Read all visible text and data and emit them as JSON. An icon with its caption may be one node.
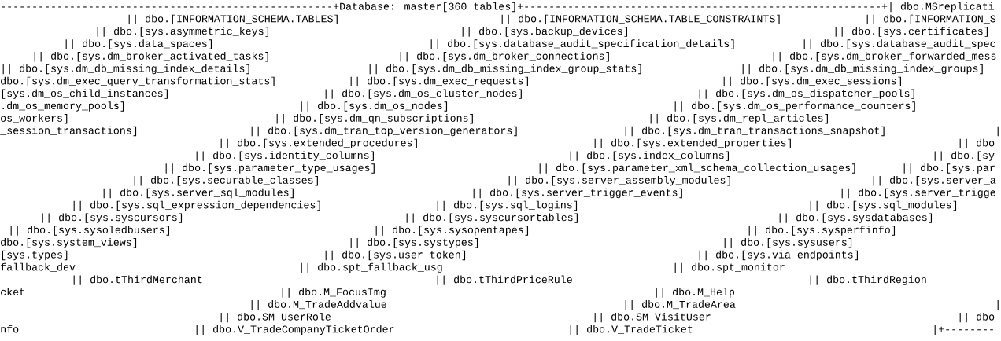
{
  "diagram": {
    "labels": [
      "-----------------------------------------------------+Database: master[360 tables]+---------------------------------------------------------+| dbo.MSreplicati",
      "|| dbo.[INFORMATION_SCHEMA.TABLES]",
      "|| dbo.[INFORMATION_SCHEMA.TABLE_CONSTRAINTS]",
      "|| dbo.[INFORMATION_S",
      "|| dbo.[sys.asymmetric_keys]",
      "|| dbo.[sys.backup_devices]",
      "|| dbo.[sys.certificates]",
      "|| dbo.[sys.data_spaces]",
      "|| dbo.[sys.database_audit_specification_details]",
      "|| dbo.[sys.database_audit_spec",
      "|| dbo.[sys.dm_broker_activated_tasks]",
      "|| dbo.[sys.dm_broker_connections]",
      "|| dbo.[sys.dm_broker_forwarded_mess",
      "|| dbo.[sys.dm_db_missing_index_details]",
      "|| dbo.[sys.dm_db_missing_index_group_stats]",
      "|| dbo.[sys.dm_db_missing_index_groups]",
      "dbo.[sys.dm_exec_query_transformation_stats]",
      "|| dbo.[sys.dm_exec_requests]",
      "|| dbo.[sys.dm_exec_sessions]",
      "[sys.dm_os_child_instances]",
      "|| dbo.[sys.dm_os_cluster_nodes]",
      "|| dbo.[sys.dm_os_dispatcher_pools]",
      ".dm_os_memory_pools]",
      "|| dbo.[sys.dm_os_nodes]",
      "|| dbo.[sys.dm_os_performance_counters]",
      "os_workers]",
      "|| dbo.[sys.dm_qn_subscriptions]",
      "|| dbo.[sys.dm_repl_articles]",
      "_session_transactions]",
      "|| dbo.[sys.dm_tran_top_version_generators]",
      "|| dbo.[sys.dm_tran_transactions_snapshot]",
      "|",
      "|| dbo.[sys.extended_procedures]",
      "|| dbo.[sys.extended_properties]",
      "|| dbo",
      "|| dbo.[sys.identity_columns]",
      "|| dbo.[sys.index_columns]",
      "|| dbo.[sy",
      "|| dbo.[sys.parameter_type_usages]",
      "|| dbo.[sys.parameter_xml_schema_collection_usages]",
      "|| dbo.[sys.par",
      "|| dbo.[sys.securable_classes]",
      "|| dbo.[sys.server_assembly_modules]",
      "|| dbo.[sys.server_a",
      "|| dbo.[sys.server_sql_modules]",
      "|| dbo.[sys.server_trigger_events]",
      "|| dbo.[sys.server_trigge",
      "|| dbo.[sys.sql_expression_dependencies]",
      "|| dbo.[sys.sql_logins]",
      "|| dbo.[sys.sql_modules]",
      "|| dbo.[sys.syscursors]",
      "|| dbo.[sys.syscursortables]",
      "|| dbo.[sys.sysdatabases]",
      "|| dbo.[sys.sysoledbusers]",
      "|| dbo.[sys.sysopentapes]",
      "|| dbo.[sys.sysperfinfo]",
      "dbo.[sys.system_views]",
      "|| dbo.[sys.systypes]",
      "|| dbo.[sys.sysusers]",
      "[sys.types]",
      "|| dbo.[sys.user_token]",
      "|| dbo.[sys.via_endpoints]",
      "fallback_dev",
      "|| dbo.spt_fallback_usg",
      "|| dbo.spt_monitor",
      "|| dbo.tThirdMerchant",
      "|| dbo.tThirdPriceRule",
      "|| dbo.tThirdRegion",
      "cket",
      "|| dbo.M_FocusImg",
      "|| dbo.M_Help",
      "|| dbo.M_TradeAddvalue",
      "|| dbo.M_TradeArea",
      "|",
      "|| dbo.SM_UserRole",
      "|| dbo.SM_VisitUser",
      "|| dbo",
      "nfo",
      "|| dbo.V_TradeCompanyTicketOrder",
      "|| dbo.V_TradeTicket",
      "|+--------"
    ]
  }
}
